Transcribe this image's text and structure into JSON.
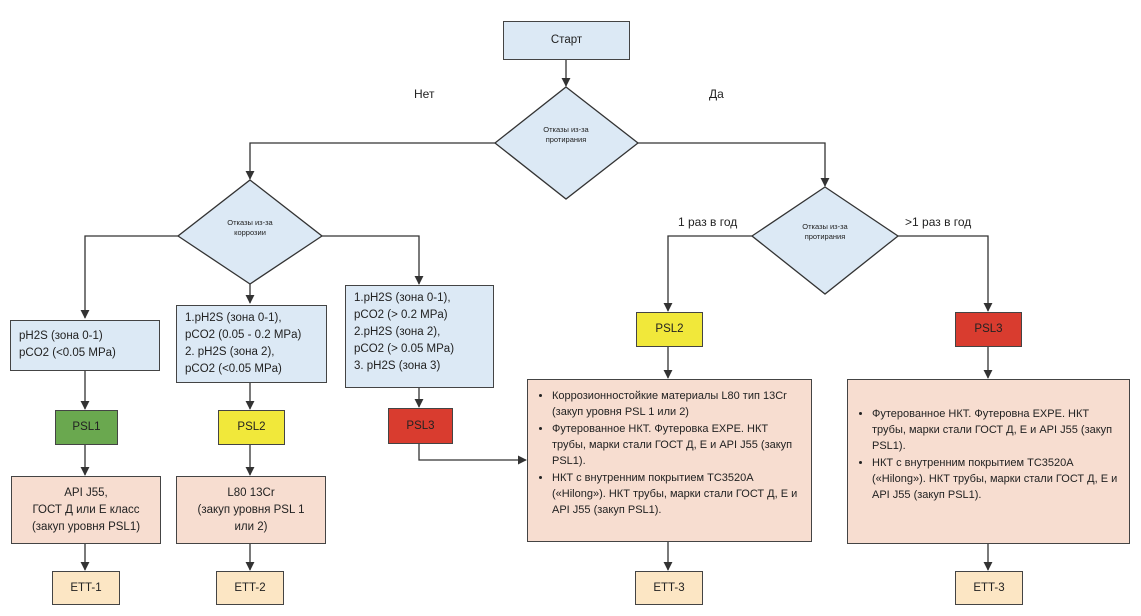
{
  "start": "Старт",
  "decision_top": [
    "Отказы из-за",
    "протирания"
  ],
  "branch_no": "Нет",
  "branch_yes": "Да",
  "decision_left": [
    "Отказы из-за",
    "коррозии"
  ],
  "decision_right": [
    "Отказы из-за",
    "протирания"
  ],
  "label_once": "1 раз в год",
  "label_more": ">1 раз в год",
  "cond1": [
    "pH2S (зона 0-1)",
    "pCO2 (<0.05 MPa)"
  ],
  "cond2": [
    "1.pH2S (зона 0-1),",
    "pCO2 (0.05 - 0.2 MPa)",
    "2. pH2S (зона 2),",
    "pCO2 (<0.05 MPa)"
  ],
  "cond3": [
    "1.pH2S (зона 0-1),",
    "pCO2 (> 0.2 MPa)",
    "2.pH2S (зона 2),",
    "pCO2 (> 0.05 MPa)",
    "3. pH2S (зона 3)"
  ],
  "psl": {
    "left1": "PSL1",
    "left2": "PSL2",
    "left3": "PSL3",
    "right1": "PSL2",
    "right2": "PSL3"
  },
  "mat1": [
    "API J55,",
    "ГОСТ Д или Е класс",
    "(закуп уровня PSL1)"
  ],
  "mat2": [
    "L80 13Cr",
    "(закуп уровня PSL 1",
    "или 2)"
  ],
  "mat3": [
    "Коррозионностойкие материалы L80 тип 13Cr  (закуп уровня PSL 1 или 2)",
    "Футерованное НКТ. Футеровка EXPE. НКТ трубы, марки стали ГОСТ Д, Е и API J55 (закуп PSL1).",
    "НКТ с внутренним покрытием TC3520A («Hilong»). НКТ трубы, марки стали ГОСТ Д, Е и API J55 (закуп PSL1)."
  ],
  "mat4": [
    "Футерованное НКТ. Футеровна EXPE. НКТ трубы, марки стали ГОСТ Д, Е и API J55 (закуп PSL1).",
    "НКТ с внутренним покрытием TC3520A («Hilong»). НКТ трубы, марки стали ГОСТ Д, Е и API J55 (закуп PSL1)."
  ],
  "ett": {
    "e1": "ETT-1",
    "e2": "ETT-2",
    "e3": "ETT-3",
    "e4": "ETT-3"
  },
  "colors": {
    "box_blue": "#dce9f5",
    "box_peach": "#f7ddd0",
    "box_tan": "#fce6c4",
    "psl1_green": "#6aa84f",
    "psl2_yellow": "#f1e83a",
    "psl3_red": "#d93c2f"
  }
}
